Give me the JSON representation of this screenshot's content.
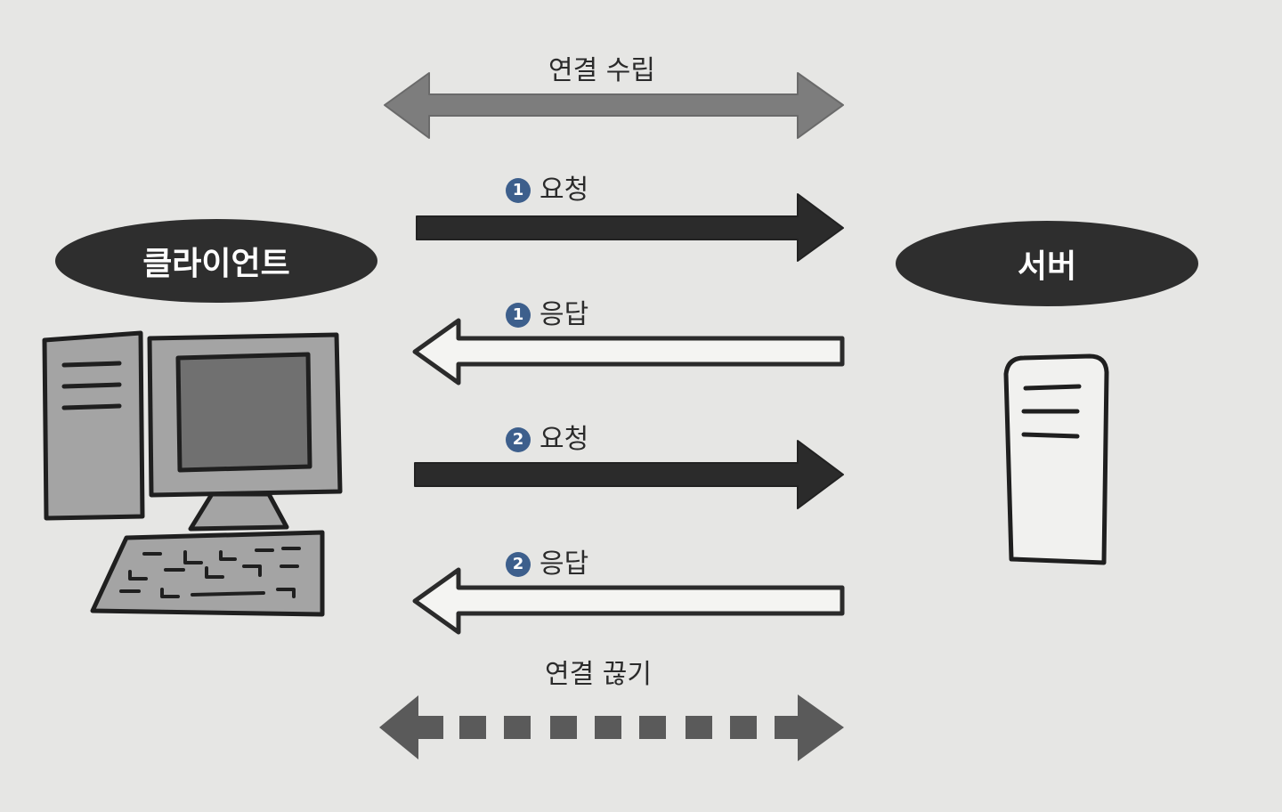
{
  "nodes": {
    "client": {
      "label": "클라이언트"
    },
    "server": {
      "label": "서버"
    }
  },
  "messages": [
    {
      "label": "연결 수립"
    },
    {
      "step": "1",
      "label": "요청"
    },
    {
      "step": "1",
      "label": "응답"
    },
    {
      "step": "2",
      "label": "요청"
    },
    {
      "step": "2",
      "label": "응답"
    },
    {
      "label": "연결 끊기"
    }
  ],
  "colors": {
    "background": "#e6e6e4",
    "dark": "#2e2e2e",
    "gray_arrow": "#7d7d7d",
    "badge": "#3d5f8c",
    "device_fill": "#a4a4a4"
  },
  "icons": {
    "client": "desktop-computer-icon",
    "server": "server-tower-icon"
  }
}
